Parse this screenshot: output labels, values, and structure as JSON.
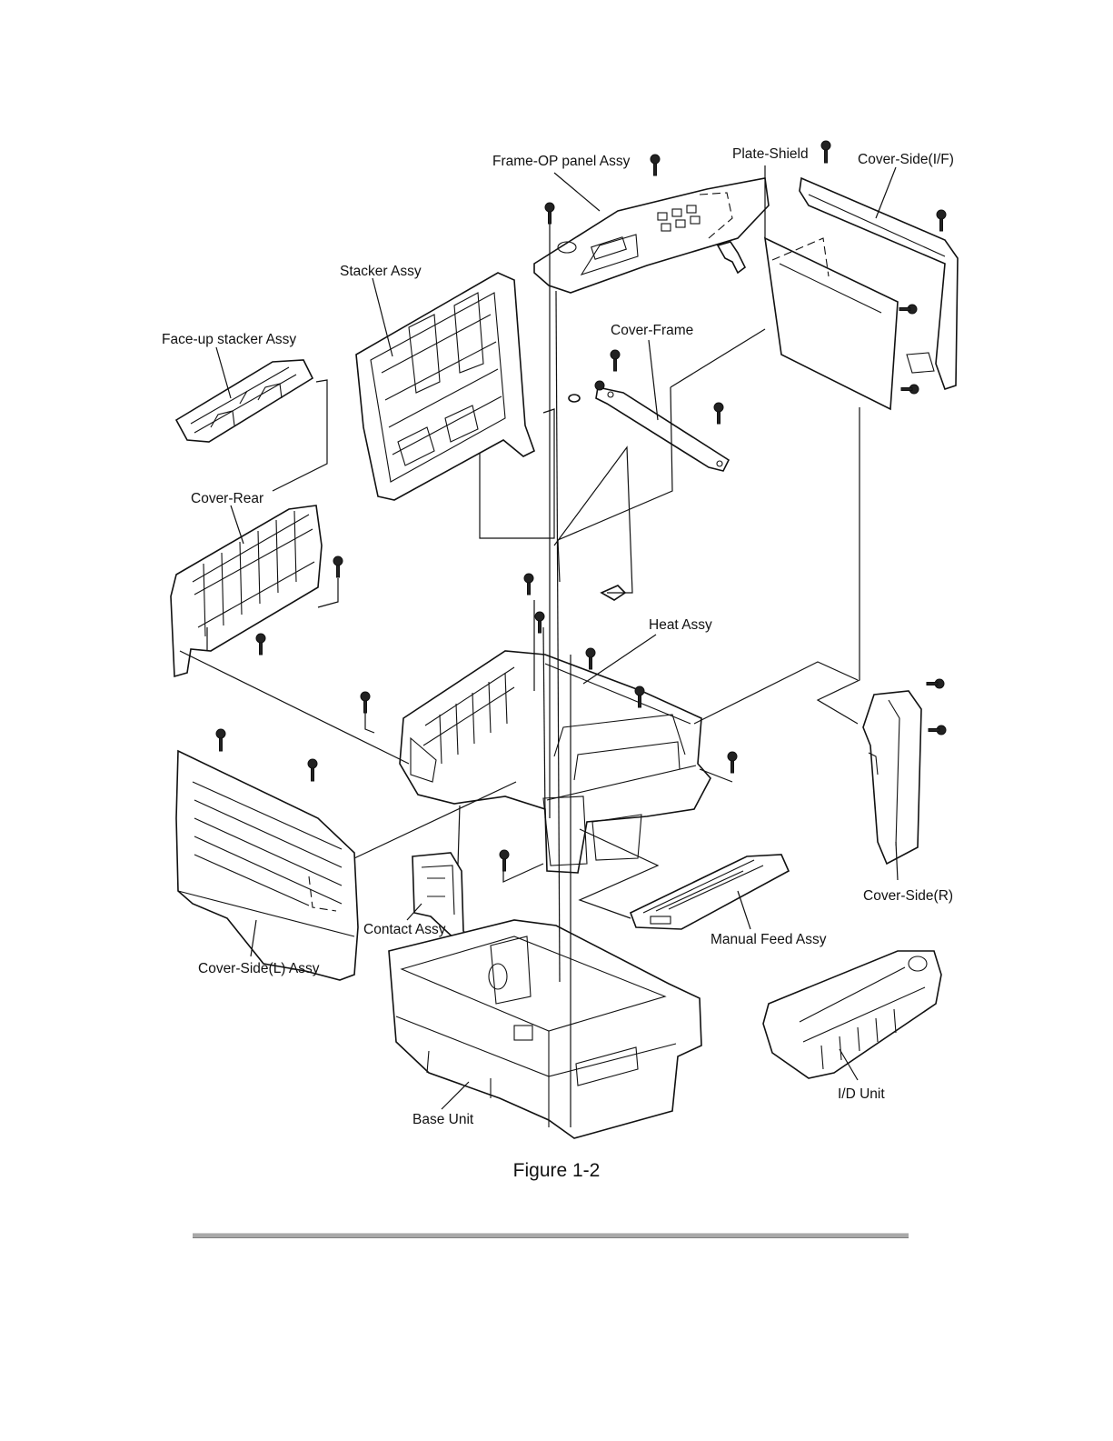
{
  "figure": {
    "labels": {
      "frame_op_panel": "Frame-OP panel Assy",
      "plate_shield": "Plate-Shield",
      "cover_side_if": "Cover-Side(I/F)",
      "stacker": "Stacker Assy",
      "face_up_stacker": "Face-up stacker Assy",
      "cover_frame": "Cover-Frame",
      "cover_rear": "Cover-Rear",
      "heat": "Heat Assy",
      "cover_side_r": "Cover-Side(R)",
      "contact": "Contact Assy",
      "manual_feed": "Manual Feed Assy",
      "cover_side_l": "Cover-Side(L) Assy",
      "base_unit": "Base Unit",
      "id_unit": "I/D Unit"
    },
    "caption": "Figure 1-2"
  }
}
